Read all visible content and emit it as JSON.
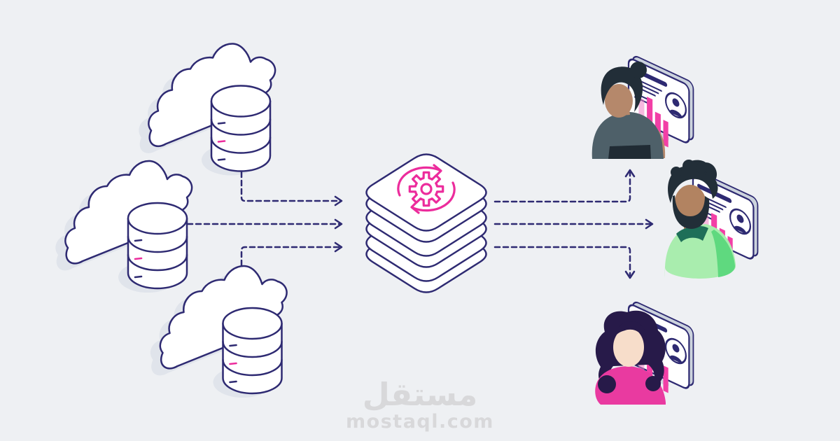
{
  "watermark": {
    "logo_text": "مستقل",
    "domain_text": "mostaql.com"
  },
  "colors": {
    "background": "#eef0f3",
    "outline_navy": "#2e2a72",
    "accent_pink": "#ec2c9c",
    "bar_pink": "#f23fa6",
    "bar_pink_light": "#f07fc4",
    "shadow_gray": "#e0e4eb",
    "card_depth_gray": "#ccd3dd",
    "watermark_gray": "#d8d8da",
    "white": "#ffffff",
    "skin_tan": "#b5886b",
    "skin_mid": "#b28361",
    "skin_light": "#f7ddca",
    "hair_dark": "#222e38",
    "hair_purple": "#271a49",
    "top_slate": "#4e6069",
    "top_slate_dark": "#202b34",
    "shirt_green_light": "#a9edae",
    "shirt_green": "#5fd97f",
    "collar_green": "#1e6f58",
    "top_pink": "#e93aa0"
  },
  "illustration": {
    "source_count": 3,
    "consumer_count": 3,
    "icons": [
      "cloud-icon",
      "database-icon",
      "layer-stack-icon",
      "gear-icon",
      "sync-arrows-icon",
      "profile-card-icon",
      "bar-chart-icon",
      "person-badge-icon",
      "dashed-arrow-icon"
    ]
  }
}
